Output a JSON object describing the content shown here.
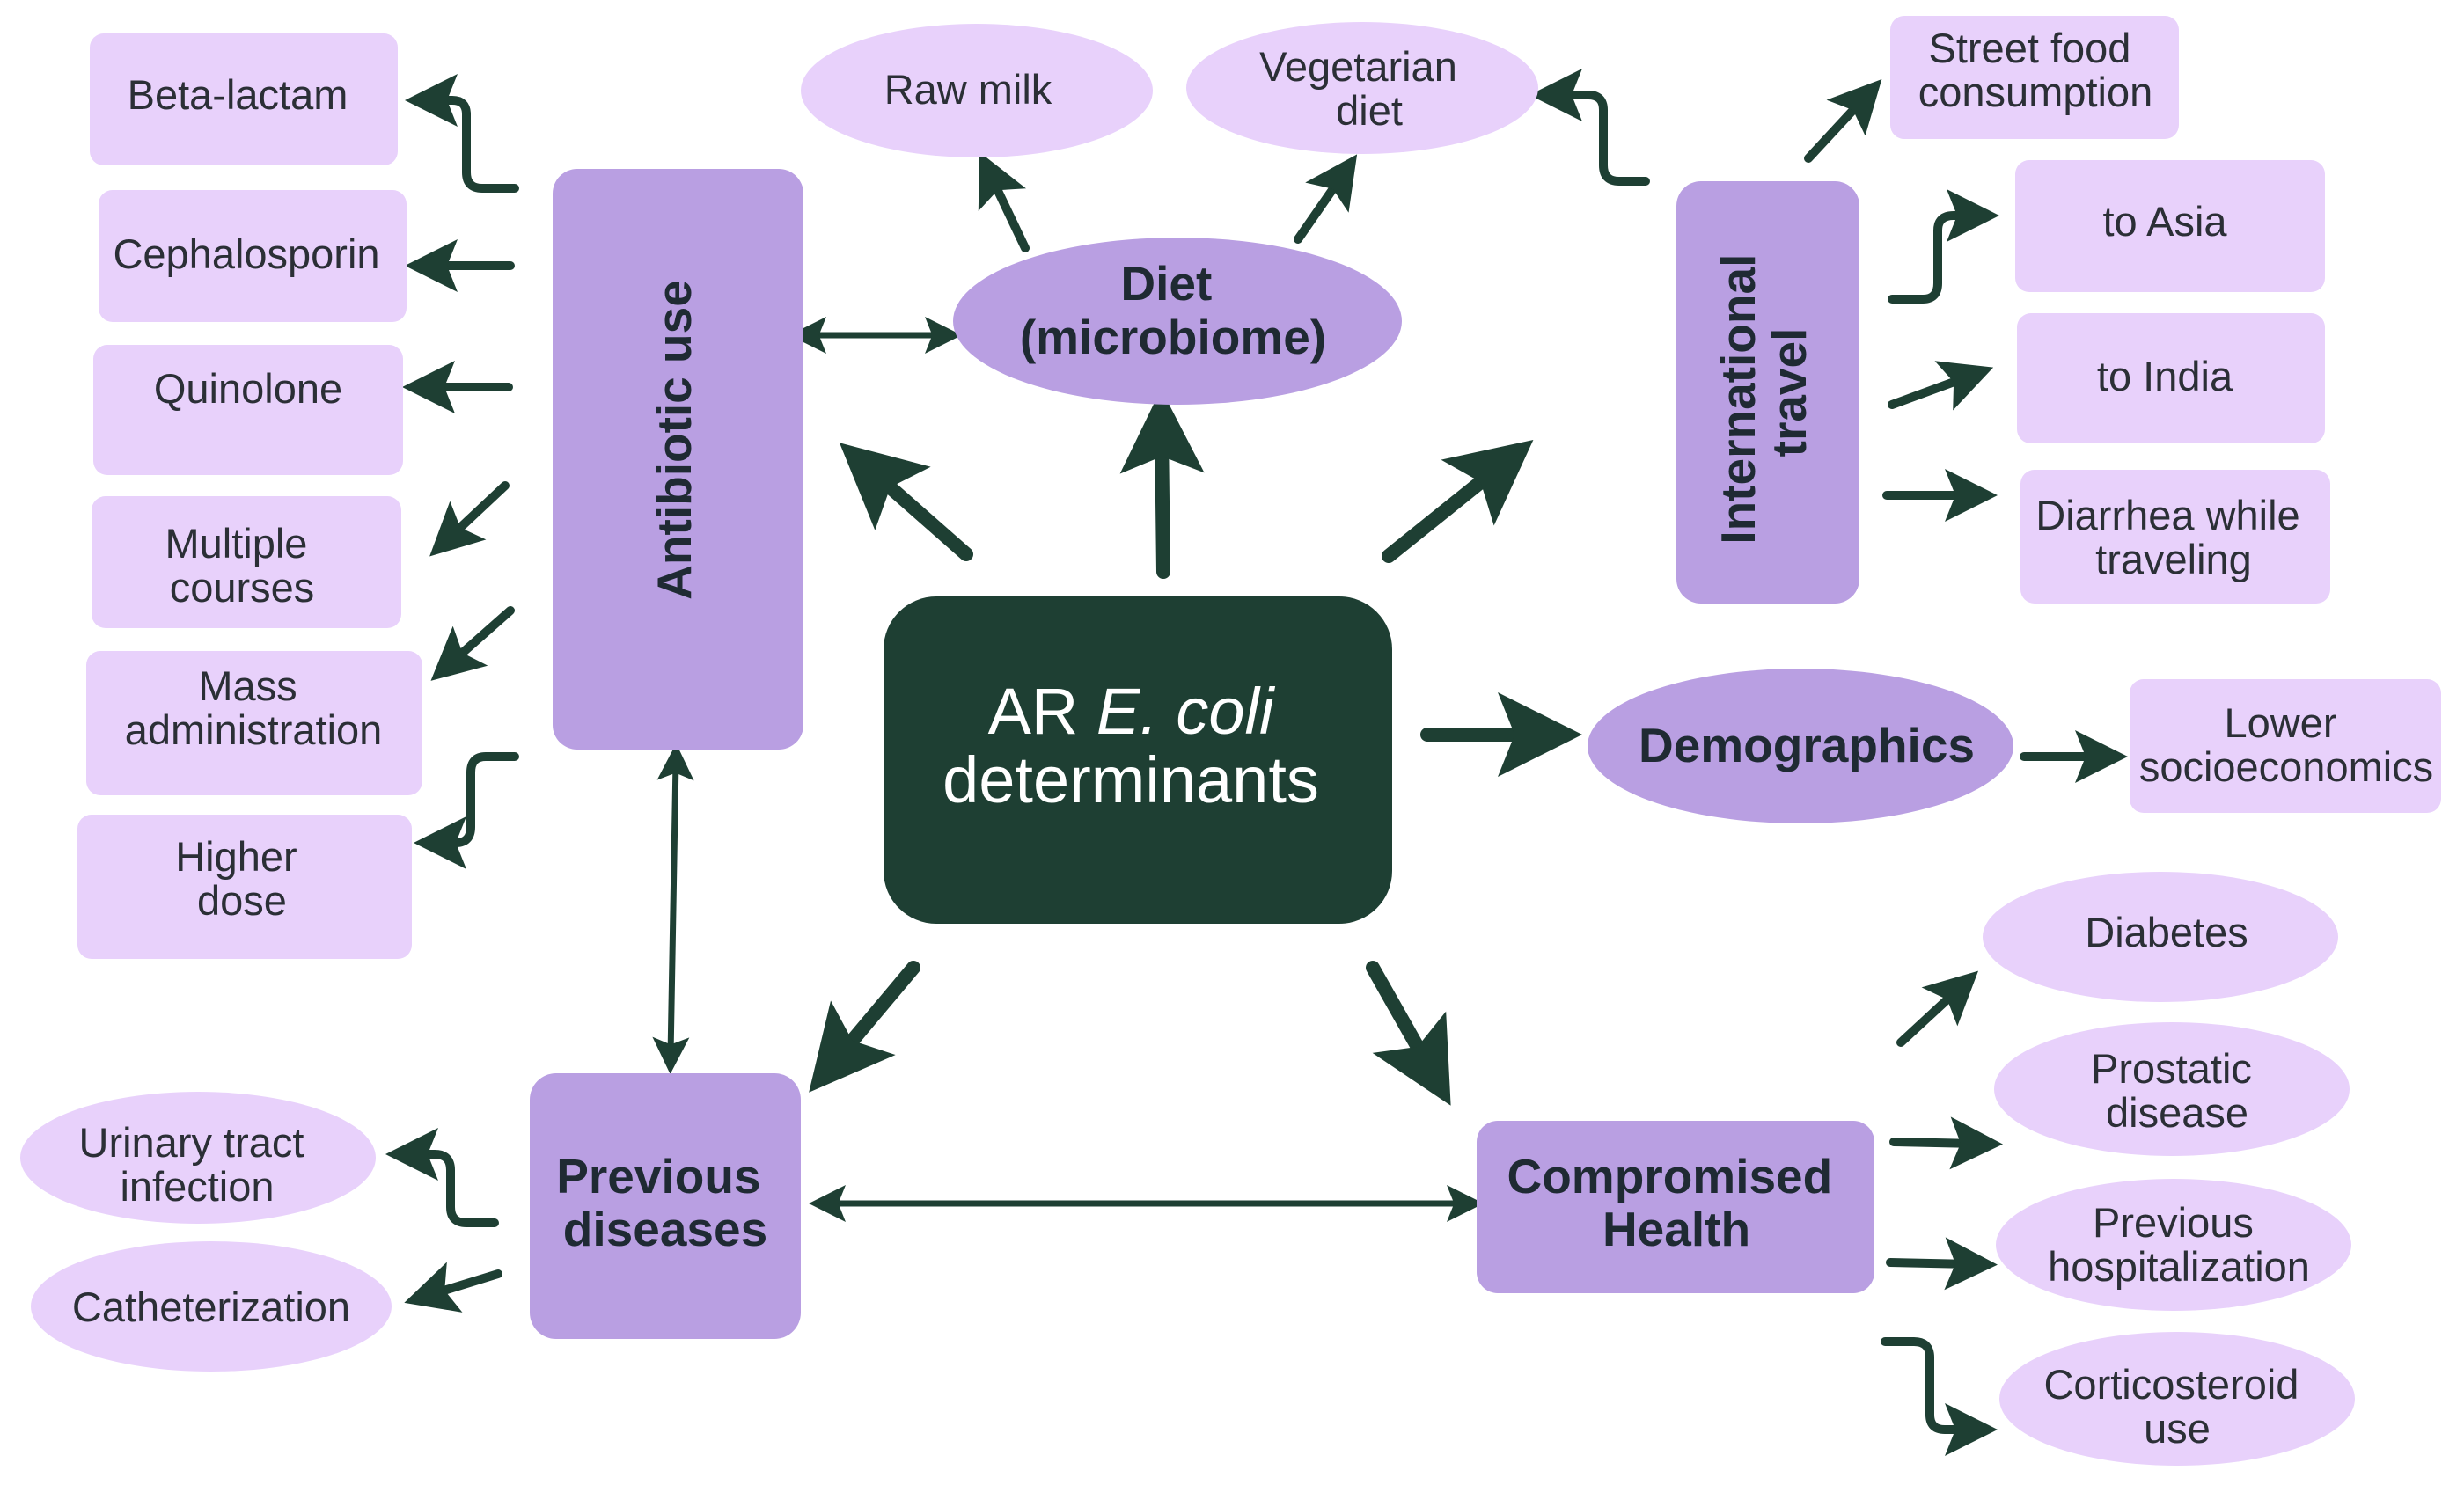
{
  "colors": {
    "light": "#e8d1fb",
    "mid": "#b99fe2",
    "dark": "#1e3f33",
    "arrow": "#1e3f33",
    "text": "#2b2f36"
  },
  "center": {
    "line1_prefix": "AR ",
    "line1_italic": "E. coli",
    "line2": "determinants"
  },
  "categories": {
    "antibiotic_use": "Antibiotic use",
    "diet": [
      "Diet",
      "(microbiome)"
    ],
    "international_travel": [
      "International",
      "travel"
    ],
    "demographics": "Demographics",
    "previous_diseases": [
      "Previous",
      "diseases"
    ],
    "compromised_health": [
      "Compromised",
      "Health"
    ]
  },
  "antibiotic_items": {
    "beta_lactam": [
      "Beta-lactam"
    ],
    "cephalosporin": [
      "Cephalosporin"
    ],
    "quinolone": [
      "Quinolone"
    ],
    "multiple_courses": [
      "Multiple",
      "courses"
    ],
    "mass_administration": [
      "Mass",
      "administration"
    ],
    "higher_dose": [
      "Higher",
      "dose"
    ]
  },
  "diet_items": {
    "raw_milk": [
      "Raw milk"
    ],
    "vegetarian_diet": [
      "Vegetarian",
      "diet"
    ]
  },
  "travel_items": {
    "street_food": [
      "Street food",
      "consumption"
    ],
    "to_asia": [
      "to Asia"
    ],
    "to_india": [
      "to India"
    ],
    "diarrhea": [
      "Diarrhea while",
      "traveling"
    ]
  },
  "demographics_items": {
    "lower_socioeconomics": [
      "Lower",
      "socioeconomics"
    ]
  },
  "previous_disease_items": {
    "uti": [
      "Urinary tract",
      "infection"
    ],
    "catheterization": [
      "Catheterization"
    ]
  },
  "compromised_health_items": {
    "diabetes": [
      "Diabetes"
    ],
    "prostatic_disease": [
      "Prostatic",
      "disease"
    ],
    "previous_hospitalization": [
      "Previous",
      "hospitalization"
    ],
    "corticosteroid_use": [
      "Corticosteroid",
      "use"
    ]
  }
}
